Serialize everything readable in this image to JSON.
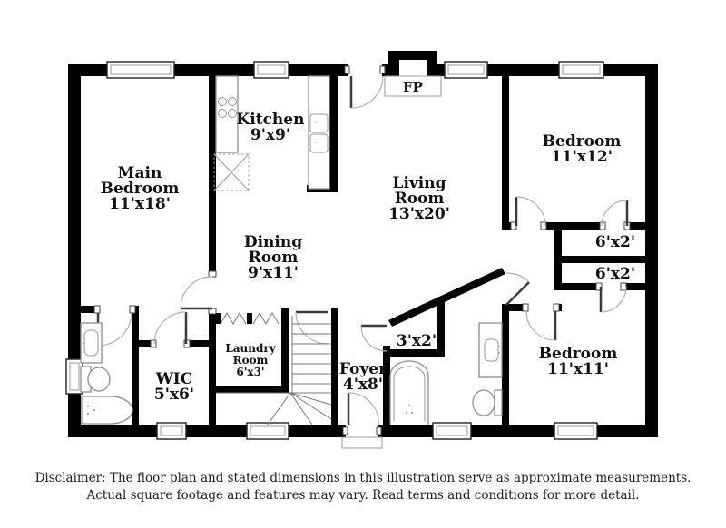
{
  "rooms": {
    "main_bedroom": {
      "line1": "Main",
      "line2": "Bedroom",
      "dims": "11'x18'"
    },
    "kitchen": {
      "line1": "Kitchen",
      "dims": "9'x9'"
    },
    "living_room": {
      "line1": "Living",
      "line2": "Room",
      "dims": "13'x20'"
    },
    "dining_room": {
      "line1": "Dining",
      "line2": "Room",
      "dims": "9'x11'"
    },
    "bedroom_top_right": {
      "line1": "Bedroom",
      "dims": "11'x12'"
    },
    "bedroom_bottom_right": {
      "line1": "Bedroom",
      "dims": "11'x11'"
    },
    "closet_top": {
      "dims": "6'x2'"
    },
    "closet_bottom": {
      "dims": "6'x2'"
    },
    "hall_closet": {
      "dims": "3'x2'"
    },
    "foyer": {
      "line1": "Foyer",
      "dims": "4'x8'"
    },
    "laundry": {
      "line1": "Laundry",
      "line2": "Room",
      "dims": "6'x3'"
    },
    "wic": {
      "line1": "WIC",
      "dims": "5'x6'"
    },
    "fireplace": {
      "label": "FP"
    }
  },
  "disclaimer": {
    "line1": "Disclaimer: The floor plan and stated dimensions in this illustration serve as approximate measurements.",
    "line2": "Actual square footage and features may vary. Read terms and conditions for more detail."
  },
  "colors": {
    "wall": "#000000",
    "background": "#ffffff",
    "door_arc": "#b0b0b0",
    "fixture": "#8f8f8f",
    "label": "#111111"
  }
}
